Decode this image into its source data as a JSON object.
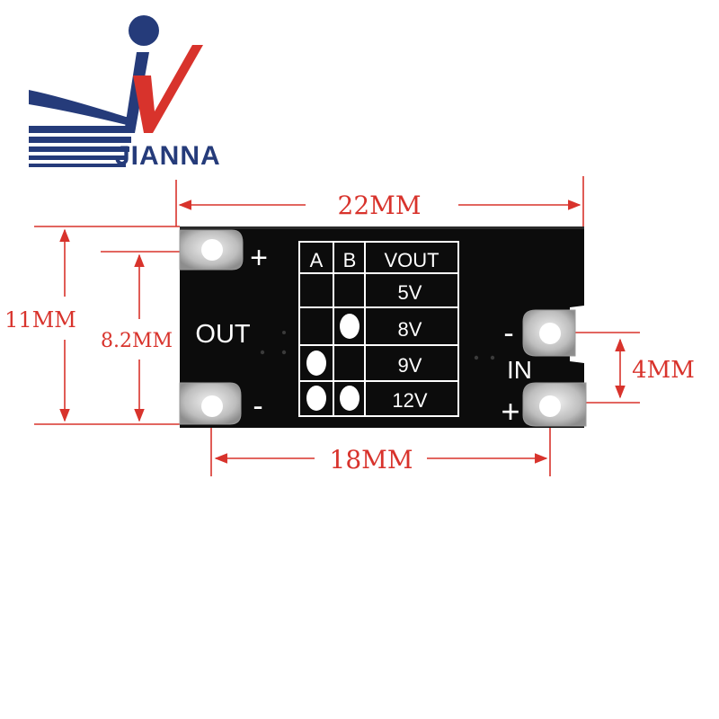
{
  "logo": {
    "brand_name": "JIANNA",
    "colors": {
      "navy": "#253b7a",
      "red": "#d8332c"
    }
  },
  "board": {
    "table": {
      "headers": [
        "A",
        "B",
        "VOUT"
      ],
      "rows": [
        {
          "vout": "5V",
          "a_solder": false,
          "b_solder": false
        },
        {
          "vout": "8V",
          "a_solder": false,
          "b_solder": true
        },
        {
          "vout": "9V",
          "a_solder": true,
          "b_solder": false
        },
        {
          "vout": "12V",
          "a_solder": true,
          "b_solder": true
        }
      ]
    },
    "labels": {
      "out": "OUT",
      "in": "IN",
      "out_plus": "+",
      "out_minus": "-",
      "in_minus": "-",
      "in_plus": "+"
    },
    "colors": {
      "pcb": "#0c0c0c",
      "silkscreen": "#ffffff",
      "pad": "#c8c8c8"
    }
  },
  "dimensions": {
    "width_total": "22MM",
    "height_total": "11MM",
    "pad_spacing_out": "8.2MM",
    "pad_spacing_in": "4MM",
    "pad_width": "18MM",
    "color": "#d8332c"
  }
}
